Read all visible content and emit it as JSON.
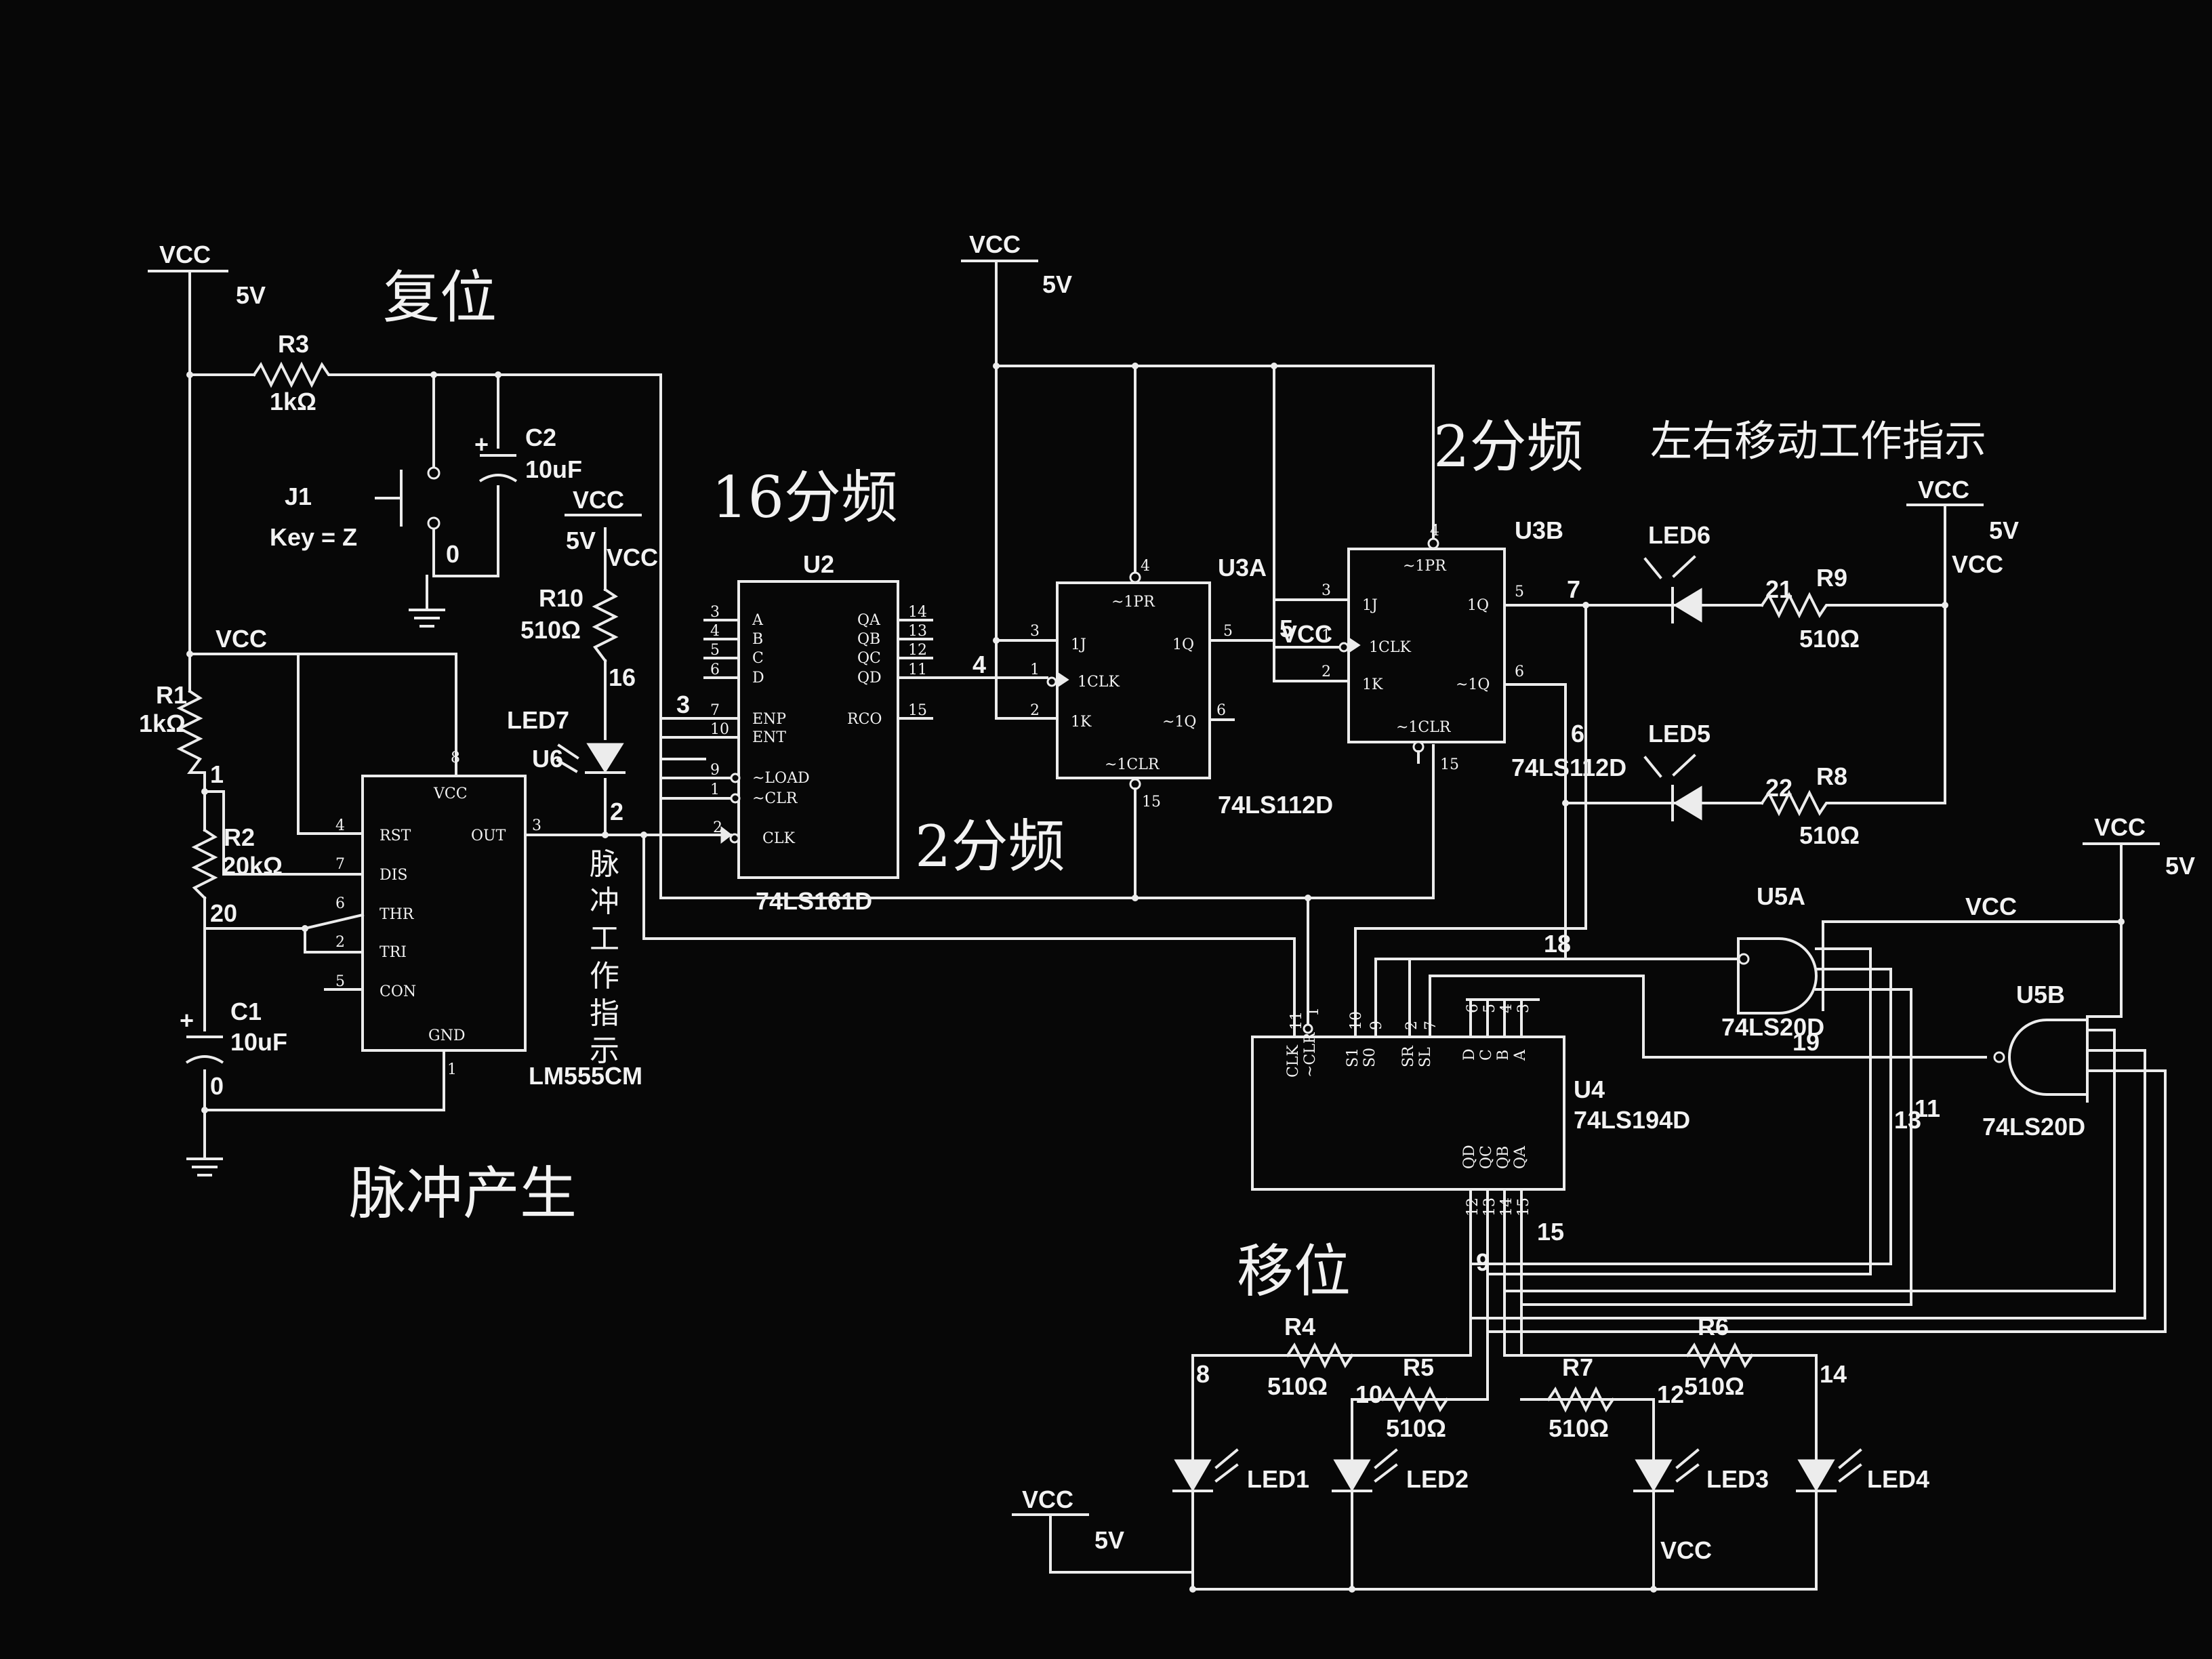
{
  "titles": {
    "reset": "复位",
    "pulse_gen": "脉冲产生",
    "div16": "16分频",
    "div2_a": "2分频",
    "div2_b": "2分频",
    "lr_indicator": "左右移动工作指示",
    "shift": "移位",
    "pulse_indicator_vertical": [
      "脉",
      "冲",
      "工",
      "作",
      "指",
      "示"
    ]
  },
  "power": {
    "vcc": "VCC",
    "v5": "5V"
  },
  "components": {
    "r3": {
      "name": "R3",
      "value": "1kΩ"
    },
    "c2": {
      "name": "C2",
      "value": "10uF"
    },
    "j1": {
      "name": "J1",
      "key": "Key = Z"
    },
    "r10": {
      "name": "R10",
      "value": "510Ω"
    },
    "led7": {
      "name": "LED7",
      "ref": "U6"
    },
    "r1": {
      "name": "R1",
      "value": "1kΩ"
    },
    "r2": {
      "name": "R2",
      "value": "20kΩ"
    },
    "c1": {
      "name": "C1",
      "value": "10uF"
    },
    "u1": {
      "part": "LM555CM",
      "pins": [
        "VCC",
        "RST",
        "DIS",
        "THR",
        "TRI",
        "CON",
        "OUT",
        "GND"
      ]
    },
    "u2": {
      "name": "U2",
      "part": "74LS161D",
      "pins_left": [
        "A",
        "B",
        "C",
        "D",
        "ENP",
        "ENT",
        "~LOAD",
        "~CLR",
        "CLK"
      ],
      "pins_right": [
        "QA",
        "QB",
        "QC",
        "QD",
        "RCO"
      ]
    },
    "u3a": {
      "name": "U3A",
      "pins": [
        "~1PR",
        "1J",
        "1CLK",
        "1K",
        "~1CLR",
        "1Q",
        "~1Q"
      ]
    },
    "u3b": {
      "name": "U3B",
      "part": "74LS112D",
      "pins": [
        "~1PR",
        "1J",
        "1CLK",
        "1K",
        "~1CLR",
        "1Q",
        "~1Q"
      ]
    },
    "u3_part": "74LS112D",
    "u4": {
      "name": "U4",
      "part": "74LS194D",
      "pins_top": [
        "CLK",
        "~CLR",
        "S1",
        "S0",
        "SR",
        "SL",
        "D",
        "C",
        "B",
        "A"
      ],
      "pins_bottom": [
        "QD",
        "QC",
        "QB",
        "QA"
      ]
    },
    "u5a": {
      "name": "U5A",
      "part": "74LS20D"
    },
    "u5b": {
      "name": "U5B",
      "part": "74LS20D"
    },
    "led6": {
      "name": "LED6"
    },
    "led5": {
      "name": "LED5"
    },
    "r9": {
      "name": "R9",
      "value": "510Ω"
    },
    "r8": {
      "name": "R8",
      "value": "510Ω"
    },
    "r4": {
      "name": "R4",
      "value": "510Ω"
    },
    "r5": {
      "name": "R5",
      "value": "510Ω"
    },
    "r7": {
      "name": "R7",
      "value": "510Ω"
    },
    "r6": {
      "name": "R6",
      "value": "510Ω"
    },
    "led1": {
      "name": "LED1"
    },
    "led2": {
      "name": "LED2"
    },
    "led3": {
      "name": "LED3"
    },
    "led4": {
      "name": "LED4"
    }
  },
  "nets": {
    "n0a": "0",
    "n0b": "0",
    "n1": "1",
    "n20": "20",
    "n16": "16",
    "n2": "2",
    "n3": "3",
    "n4": "4",
    "n5": "5",
    "n6": "6",
    "n7": "7",
    "n8": "8",
    "n9": "9",
    "n10": "10",
    "n11": "11",
    "n12": "12",
    "n13": "13",
    "n14": "14",
    "n15": "15",
    "n18": "18",
    "n19": "19",
    "n21": "21",
    "n22": "22"
  },
  "pin_numbers": {
    "u1": [
      "8",
      "4",
      "7",
      "6",
      "2",
      "5",
      "3",
      "1"
    ],
    "u2_left": [
      "3",
      "4",
      "5",
      "6",
      "7",
      "10",
      "9",
      "1",
      "2"
    ],
    "u2_right": [
      "14",
      "13",
      "12",
      "11",
      "15"
    ],
    "u3a": [
      "4",
      "3",
      "1",
      "2",
      "15",
      "5",
      "6"
    ],
    "u3b": [
      "4",
      "3",
      "1",
      "2",
      "15",
      "5",
      "6"
    ],
    "u4_top": [
      "11",
      "1",
      "10",
      "9",
      "2",
      "7",
      "6",
      "5",
      "4",
      "3"
    ],
    "u4_bottom": [
      "12",
      "13",
      "14",
      "15"
    ]
  }
}
